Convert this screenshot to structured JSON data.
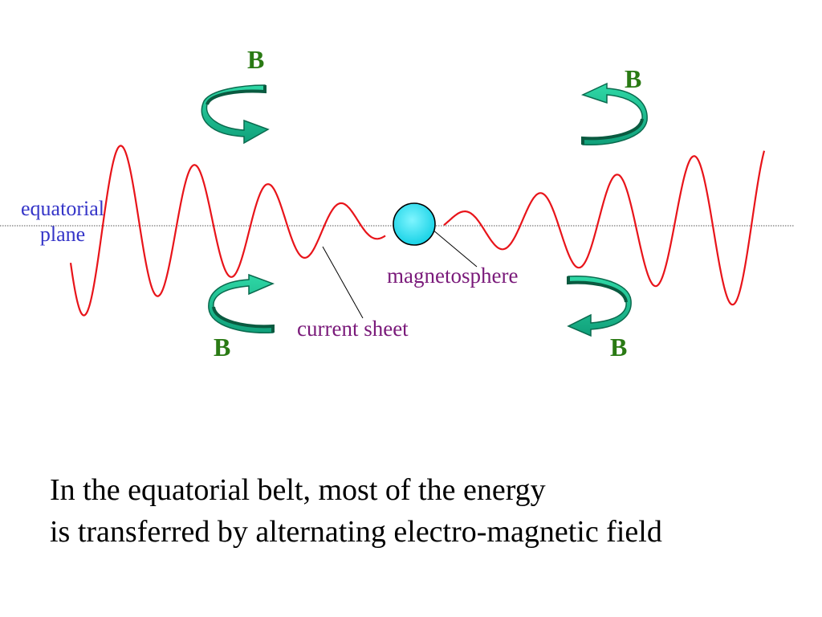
{
  "colors": {
    "wave": "#e8141a",
    "arrow_fill": "#1fbf94",
    "arrow_dark": "#0a7a5a",
    "sphere": "#3ce3f2",
    "b_label": "#2a7a14",
    "equatorial_label": "#3535c8",
    "purple_label": "#7a1a7a",
    "plane_line": "#555555"
  },
  "labels": {
    "b_top_left": "B",
    "b_top_right": "B",
    "b_bottom_left": "B",
    "b_bottom_right": "B",
    "equatorial_line1": "equatorial",
    "equatorial_line2": "plane",
    "magnetosphere": "magnetosphere",
    "current_sheet": "current sheet"
  },
  "caption": {
    "line1": "In the equatorial belt, most of the energy",
    "line2": "is transferred by alternating electro-magnetic field"
  },
  "icons": {
    "field_arrows": "curved-arrow-icon",
    "sphere": "magnetosphere-sphere-icon"
  }
}
